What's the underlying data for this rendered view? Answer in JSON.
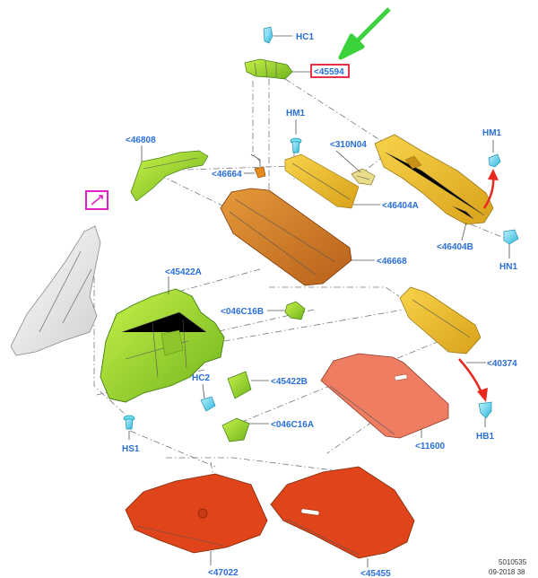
{
  "labels": {
    "hc1": "HC1",
    "p45594": "<45594",
    "hm1_top": "HM1",
    "p310n04": "<310N04",
    "hm1_right": "HM1",
    "p46808": "<46808",
    "p46664": "<46664",
    "p46404a": "<46404A",
    "p46404b": "<46404B",
    "hn1": "HN1",
    "p46668": "<46668",
    "p45422a": "<45422A",
    "p046c16b": "<046C16B",
    "p40374": "<40374",
    "hc2": "HC2",
    "p45422b": "<45422B",
    "p046c16a": "<046C16A",
    "hs1": "HS1",
    "p11600": "<11600",
    "hb1": "HB1",
    "p47022": "<47022",
    "p45455": "<45455"
  },
  "footer": {
    "doc_id": "5010535",
    "date": "09-2018 38"
  },
  "colors": {
    "label_blue": "#2a6fd6",
    "highlight_red": "#e0001b",
    "callout_magenta": "#e020c8",
    "pointer_green": "#3cd23c",
    "arrow_red": "#e8281e"
  },
  "icons": {
    "callout": "view-callout-icon"
  }
}
